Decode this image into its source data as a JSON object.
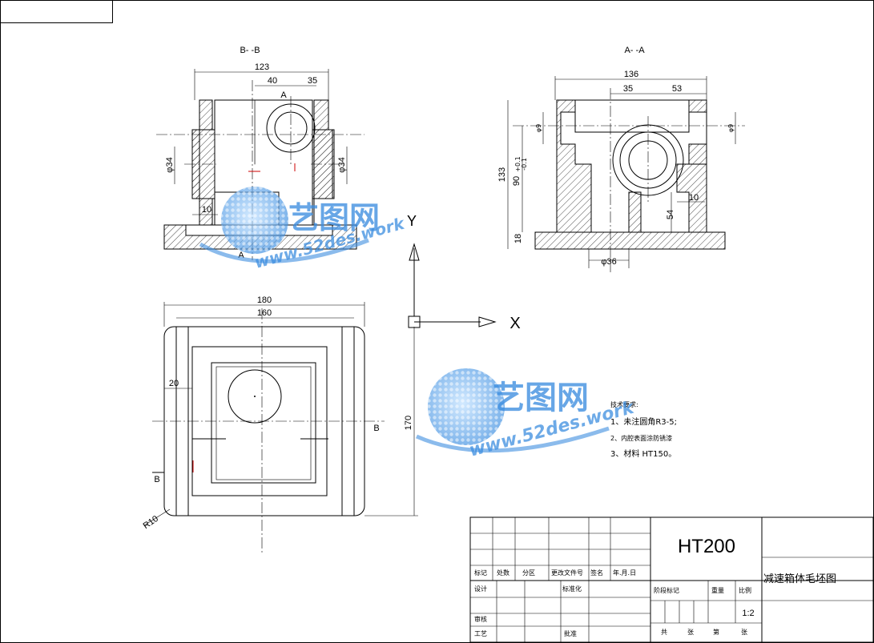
{
  "views": {
    "section_bb_title": "B- -B",
    "section_aa_title": "A- -A",
    "cut_label_a": "A",
    "cut_label_b": "B"
  },
  "dimensions": {
    "bb_width": "123",
    "bb_40": "40",
    "bb_35": "35",
    "bb_phi34_left": "φ34",
    "bb_phi34_right": "φ34",
    "bb_10": "10",
    "aa_width": "136",
    "aa_35": "35",
    "aa_53": "53",
    "aa_phi9_left": "φ9",
    "aa_phi9_right": "φ9",
    "aa_133": "133",
    "aa_90": "90",
    "aa_tol_upper": "+0.1",
    "aa_tol_lower": "-0.1",
    "aa_18": "18",
    "aa_10": "10",
    "aa_54": "54",
    "aa_phi36": "φ36",
    "plan_180": "180",
    "plan_160": "160",
    "plan_170": "170",
    "plan_20": "20",
    "plan_r10": "R10"
  },
  "axes": {
    "x_label": "X",
    "y_label": "Y"
  },
  "tech_notes": {
    "title": "技术要求:",
    "items": [
      "1、未注圆角R3-5;",
      "2、内腔表面涂防锈漆",
      "3、材料 HT150。"
    ]
  },
  "title_block": {
    "material": "HT200",
    "drawing_name": "减速箱体毛坯图",
    "scale": "1:2",
    "headers": [
      "标记",
      "处数",
      "分区",
      "更改文件号",
      "签名",
      "年.月.日"
    ],
    "design": "设计",
    "standardize": "标准化",
    "review": "审核",
    "process": "工艺",
    "approve": "批准",
    "stage_mark": "阶段标记",
    "weight": "重量",
    "ratio": "比例",
    "total": "共",
    "sheet": "张",
    "page": "第",
    "page_sheet": "张"
  },
  "watermark": {
    "brand": "艺图网",
    "url": "www.52des.work",
    "color": "#3d8ee0"
  }
}
